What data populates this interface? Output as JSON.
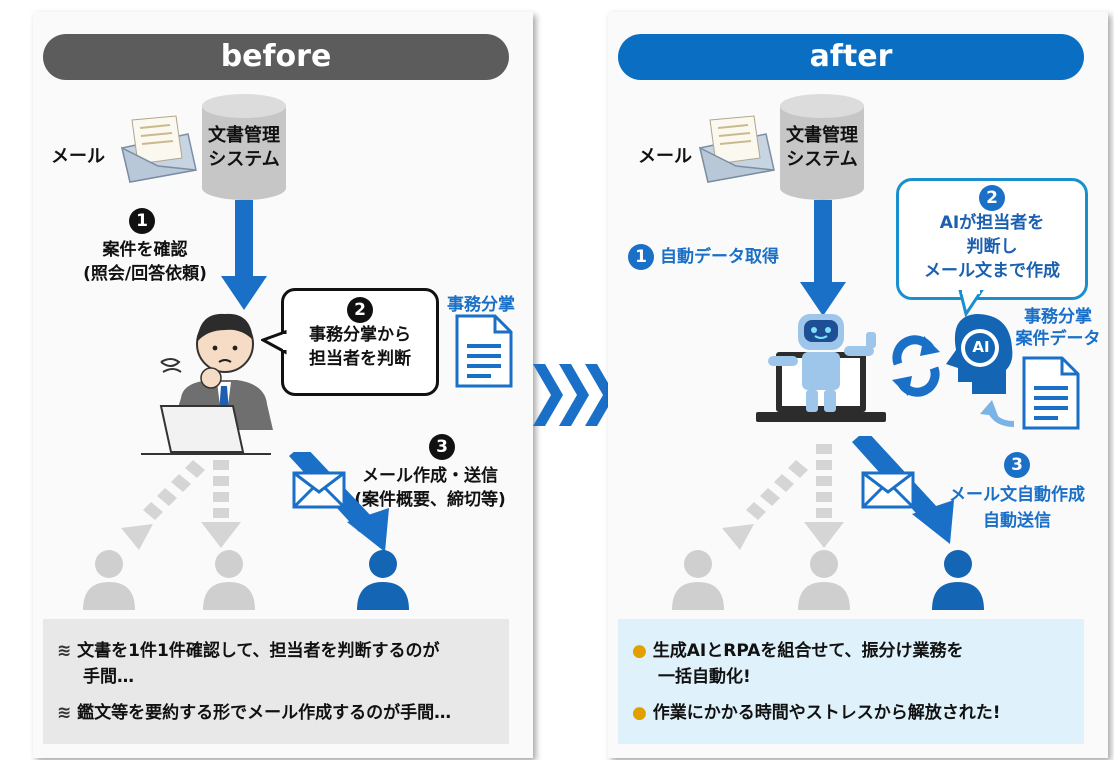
{
  "before": {
    "header": "before",
    "mail_label": "メール",
    "docsys_line1": "文書管理",
    "docsys_line2": "システム",
    "step1_num": "1",
    "step1_line1": "案件を確認",
    "step1_line2": "(照会/回答依頼)",
    "step2_num": "2",
    "step2_line1": "事務分掌から",
    "step2_line2": "担当者を判断",
    "jimu_label": "事務分掌",
    "step3_num": "3",
    "step3_line1": "メール作成・送信",
    "step3_line2": "(案件概要、締切等)",
    "footer_1a": "文書を1件1件確認して、担当者を判断するのが",
    "footer_1b": "手間…",
    "footer_2": "鑑文等を要約する形でメール作成するのが手間…"
  },
  "after": {
    "header": "after",
    "mail_label": "メール",
    "docsys_line1": "文書管理",
    "docsys_line2": "システム",
    "step1_num": "1",
    "step1_text": "自動データ取得",
    "step2_num": "2",
    "step2_line1": "AIが担当者を",
    "step2_line2": "判断し",
    "step2_line3": "メール文まで作成",
    "data_line1": "事務分掌",
    "data_line2": "案件データ",
    "ai_badge": "AI",
    "step3_num": "3",
    "step3_line1": "メール文自動作成",
    "step3_line2": "自動送信",
    "footer_1a": "生成AIとRPAを組合せて、振分け業務を",
    "footer_1b": "一括自動化!",
    "footer_2": "作業にかかる時間やストレスから解放された!"
  },
  "colors": {
    "before_header": "#5c5c5c",
    "after_header": "#0a6fc2",
    "arrow_blue": "#1a6fc7",
    "person_gray": "#cfcfcf",
    "person_blue": "#1565b5"
  }
}
